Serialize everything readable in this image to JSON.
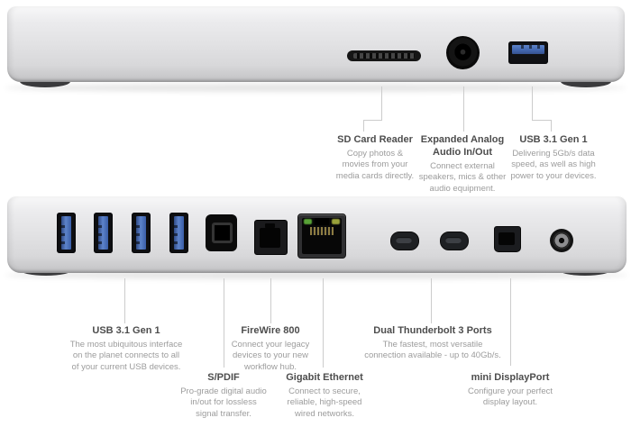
{
  "product": "Thunderbolt dock port diagram, front and back views",
  "colors": {
    "line": "#cccccc",
    "title": "#4d4d4d",
    "desc": "#9c9c9c",
    "usb-blue": "#4166ae",
    "led-green": "#58a237",
    "led-amber": "#9aa23a",
    "chassis-silver": "#e2e2e4"
  },
  "front_view": {
    "ports": [
      "sd-card-slot",
      "audio-jack",
      "usb-a"
    ],
    "callouts": [
      {
        "title": "SD Card Reader",
        "desc": "Copy photos &\nmovies from your\nmedia cards directly."
      },
      {
        "title": "Expanded Analog\nAudio In/Out",
        "desc": "Connect external\nspeakers, mics & other\naudio equipment."
      },
      {
        "title": "USB 3.1 Gen 1",
        "desc": "Delivering 5Gb/s data\nspeed, as well as high\npower to your devices."
      }
    ]
  },
  "back_view": {
    "ports": [
      "usb-a",
      "usb-a",
      "usb-a",
      "usb-a",
      "spdif-optical",
      "firewire-800",
      "gigabit-ethernet",
      "thunderbolt-3",
      "thunderbolt-3",
      "mini-displayport",
      "power-jack"
    ],
    "callouts": [
      {
        "title": "USB 3.1 Gen 1",
        "desc": "The most ubiquitous interface\non the planet connects to all\nof your current USB devices."
      },
      {
        "title": "FireWire 800",
        "desc": "Connect your legacy\ndevices to your new\nworkflow hub."
      },
      {
        "title": "Dual Thunderbolt 3 Ports",
        "desc": "The fastest, most versatile\nconnection available - up to 40Gb/s."
      },
      {
        "title": "S/PDIF",
        "desc": "Pro-grade digital audio\nin/out for lossless\nsignal transfer."
      },
      {
        "title": "Gigabit Ethernet",
        "desc": "Connect to secure,\nreliable, high-speed\nwired networks."
      },
      {
        "title": "mini DisplayPort",
        "desc": "Configure your perfect\ndisplay layout."
      }
    ]
  }
}
